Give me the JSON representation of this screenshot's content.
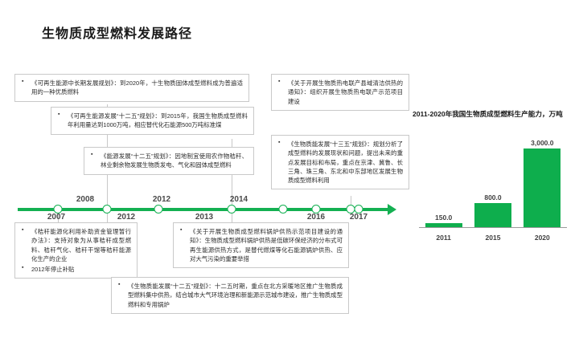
{
  "slide": {
    "title": "生物质成型燃料发展路径",
    "accent_color": "#14b052",
    "bar_color": "#0eae4d",
    "box_border_color": "#c9c9c9"
  },
  "timeline": {
    "years": [
      {
        "label": "2007",
        "position": "below"
      },
      {
        "label": "2008",
        "position": "above"
      },
      {
        "label": "2012",
        "position": "above"
      },
      {
        "label": "2012",
        "position": "below"
      },
      {
        "label": "2013",
        "position": "below"
      },
      {
        "label": "2014",
        "position": "above"
      },
      {
        "label": "2016",
        "position": "below"
      },
      {
        "label": "2017",
        "position": "below"
      }
    ]
  },
  "boxes": {
    "b1": {
      "items": [
        "《可再生能源中长期发展规划》：到2020年，十生物质固体成型燃料成为普遍适用的一种优质燃料"
      ]
    },
    "b2": {
      "items": [
        "《可再生能源发展“十二五”规划》：到2015年，我国生物质成型燃料年利用量达到1000万吨，相应替代化石能源500万吨标准煤"
      ]
    },
    "b3": {
      "items": [
        "《能源发展“十二五”规划》：因地制宜使用农作物秸秆、林业剩余物发展生物质发电、气化和固体成型燃料"
      ]
    },
    "b4": {
      "items": [
        "《关于开展生物质热电联产县域清洁供热的通知》：组织开展生物质热电联产示范项目建设"
      ]
    },
    "b5": {
      "items": [
        "《生物质能发展“十三五”规划》：规划分析了成型燃料的发展现状和问题，提出未来的重点发展目标和布局，重点在京津、冀鲁、长三角、珠三角、东北和中东部地区发展生物质成型燃料利用"
      ]
    },
    "b6": {
      "items": [
        "《秸秆能源化利用补助资金管理暂行办法》：支持对象为从事秸秆成型燃料、秸秆气化、秸秆干馏等秸秆能源化生产的企业",
        "2012年停止补贴"
      ]
    },
    "b7": {
      "items": [
        "《关于开展生物质成型燃料锅炉供热示范项目建设的通知》：生物质成型燃料锅炉供热是低碳环保经济的分布式可再生能源供热方式，是替代燃煤等化石能源锅炉供热、应对大气污染的重要举措"
      ]
    },
    "b8": {
      "items": [
        "《生物质能发展“十二五”规划》：十二五时期，重点在北方采暖地区推广生物质成型燃料集中供热，结合城市大气环境治理和新能源示范城市建设，推广生物质成型燃料和专用锅炉"
      ]
    }
  },
  "chart_data": {
    "type": "bar",
    "title": "2011-2020年我国生物质成型燃料生产能力，万吨",
    "categories": [
      "2011",
      "2015",
      "2020"
    ],
    "values": [
      150.0,
      800.0,
      3000.0
    ],
    "value_labels": [
      "150.0",
      "800.0",
      "3,000.0"
    ],
    "xlabel": "",
    "ylabel": "万吨",
    "ylim": [
      0,
      3300
    ],
    "grid": false,
    "legend": "none",
    "series_color": "#0eae4d"
  }
}
